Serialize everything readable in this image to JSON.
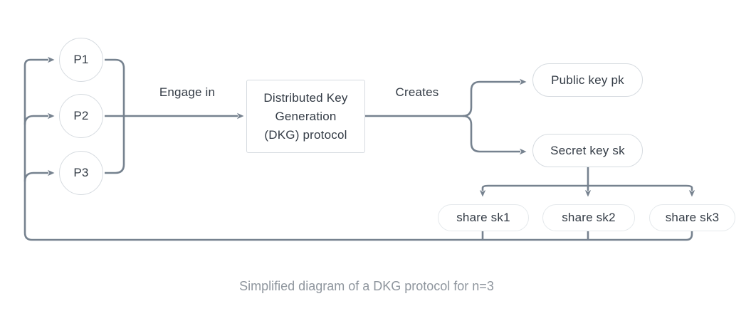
{
  "diagram": {
    "participants": [
      {
        "label": "P1"
      },
      {
        "label": "P2"
      },
      {
        "label": "P3"
      }
    ],
    "engage_label": "Engage in",
    "dkg_box": {
      "lines": [
        "Distributed Key",
        "Generation",
        "(DKG) protocol"
      ]
    },
    "creates_label": "Creates",
    "outputs": [
      {
        "label": "Public key pk"
      },
      {
        "label": "Secret key sk"
      }
    ],
    "shares": [
      {
        "label": "share sk1"
      },
      {
        "label": "share sk2"
      },
      {
        "label": "share sk3"
      }
    ],
    "caption": "Simplified diagram of a DKG protocol for n=3",
    "colors": {
      "connector": "#76828F",
      "node_border": "#D6DBE0",
      "share_border": "#E5E9EC",
      "text": "#333B45",
      "caption": "#8F969E"
    }
  }
}
